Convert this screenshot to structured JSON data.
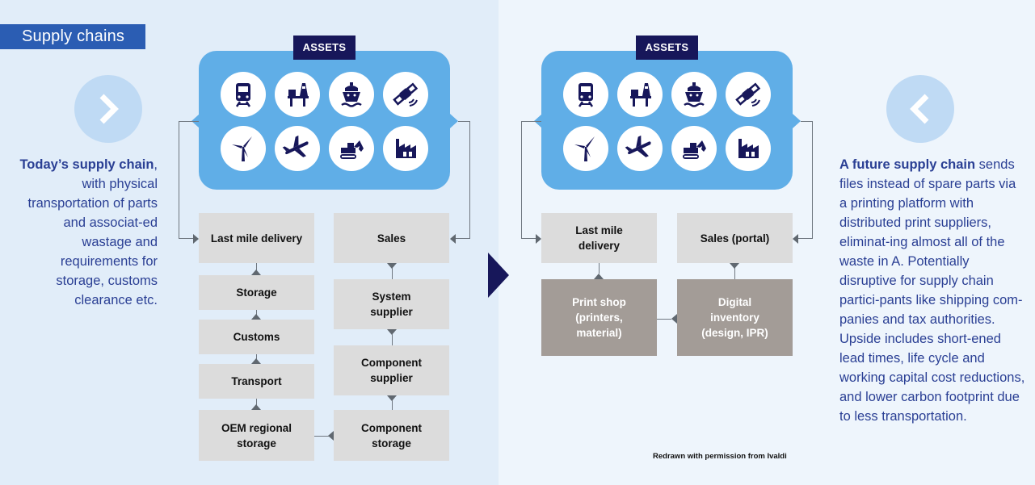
{
  "title": "Supply chains",
  "left": {
    "nav_icon": "chevron-right-icon",
    "description_bold": "Today’s supply chain",
    "description_rest": ", with physical transportation of parts and associat-ed wastage and requirements for storage, customs clearance etc.",
    "assets_label": "ASSETS",
    "asset_icons": [
      "train-icon",
      "oil-platform-icon",
      "ship-icon",
      "satellite-icon",
      "wind-turbine-icon",
      "airplane-icon",
      "excavator-icon",
      "factory-icon"
    ],
    "chain_left": [
      "Last mile delivery",
      "Storage",
      "Customs",
      "Transport",
      "OEM regional storage"
    ],
    "chain_right": [
      "Sales",
      "System supplier",
      "Component supplier",
      "Component storage"
    ]
  },
  "right": {
    "nav_icon": "chevron-left-icon",
    "description_bold": "A future supply chain",
    "description_rest": " sends files instead of spare parts via a printing platform with distributed print suppliers, eliminat-ing almost all of the waste in A. Potentially disruptive for supply chain partici-pants like shipping com-panies and tax authorities. Upside includes short-ened lead times, life cycle and working capital cost reductions, and lower carbon footprint due to less transportation.",
    "assets_label": "ASSETS",
    "asset_icons": [
      "train-icon",
      "oil-platform-icon",
      "ship-icon",
      "satellite-icon",
      "wind-turbine-icon",
      "airplane-icon",
      "excavator-icon",
      "factory-icon"
    ],
    "boxes": {
      "last_mile": "Last mile delivery",
      "sales": "Sales (portal)",
      "print_shop": "Print shop (printers, material)",
      "digital_inventory": "Digital inventory (design, IPR)"
    },
    "credit": "Redrawn with permission from Ivaldi"
  },
  "colors": {
    "title_bg": "#2b5db3",
    "text_blue": "#2a3f94",
    "assets_bg": "#60aee7",
    "navy": "#17175a",
    "box_light": "#dcdcdc",
    "box_dark": "#a39c97"
  }
}
